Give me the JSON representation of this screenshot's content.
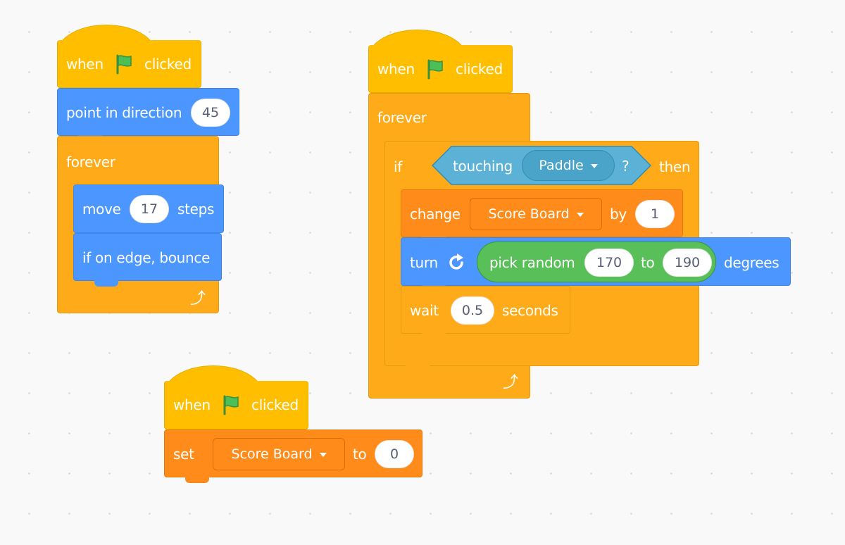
{
  "scripts": {
    "script1": {
      "hat": {
        "when": "when",
        "clicked": "clicked",
        "flag_icon": "green-flag"
      },
      "point": {
        "label": "point in direction",
        "value": "45"
      },
      "forever": {
        "label": "forever"
      },
      "move": {
        "label": "move",
        "value": "17",
        "suffix": "steps"
      },
      "bounce": {
        "label": "if on edge, bounce"
      }
    },
    "script2": {
      "hat": {
        "when": "when",
        "clicked": "clicked",
        "flag_icon": "green-flag"
      },
      "forever": {
        "label": "forever"
      },
      "if_block": {
        "label": "if",
        "then": "then"
      },
      "touching": {
        "label": "touching",
        "target": "Paddle",
        "question": "?"
      },
      "change": {
        "label": "change",
        "variable": "Score Board",
        "by": "by",
        "value": "1"
      },
      "turn": {
        "label": "turn",
        "degrees": "degrees",
        "icon": "rotate-clockwise"
      },
      "random": {
        "label": "pick random",
        "from": "170",
        "to": "to",
        "upto": "190"
      },
      "wait": {
        "label": "wait",
        "value": "0.5",
        "suffix": "seconds"
      }
    },
    "script3": {
      "hat": {
        "when": "when",
        "clicked": "clicked",
        "flag_icon": "green-flag"
      },
      "set": {
        "label": "set",
        "variable": "Score Board",
        "to": "to",
        "value": "0"
      }
    }
  },
  "colors": {
    "events": "#ffbf00",
    "control": "#ffab19",
    "motion": "#4c97ff",
    "variables": "#ff8c1a",
    "sensing": "#5cb1d6",
    "operators": "#59c059",
    "flag": "#4cbf56",
    "canvas": "#f9f9f9"
  }
}
